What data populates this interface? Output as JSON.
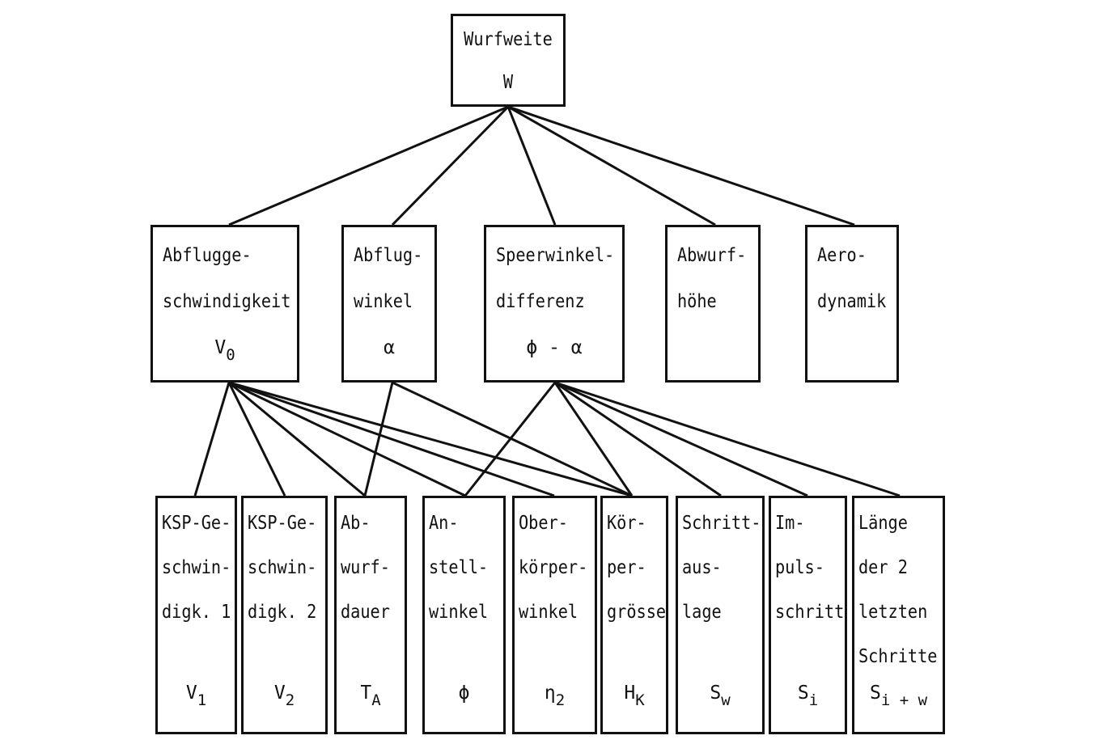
{
  "root": {
    "lines": [
      "Wurfweite",
      "W"
    ]
  },
  "level1": [
    {
      "lines": [
        "Abflugge-",
        "schwindigkeit"
      ],
      "sym": "V",
      "sub": "0"
    },
    {
      "lines": [
        "Abflug-",
        "winkel"
      ],
      "sym": "α",
      "sub": ""
    },
    {
      "lines": [
        "Speerwinkel-",
        "differenz"
      ],
      "sym": "ϕ - α",
      "sub": ""
    },
    {
      "lines": [
        "Abwurf-",
        "höhe"
      ],
      "sym": "",
      "sub": ""
    },
    {
      "lines": [
        "Aero-",
        "dynamik"
      ],
      "sym": "",
      "sub": ""
    }
  ],
  "level2": [
    {
      "lines": [
        "KSP-Ge-",
        "schwin-",
        "digk. 1"
      ],
      "sym": "V",
      "sub": "1"
    },
    {
      "lines": [
        "KSP-Ge-",
        "schwin-",
        "digk. 2"
      ],
      "sym": "V",
      "sub": "2"
    },
    {
      "lines": [
        "Ab-",
        "wurf-",
        "dauer"
      ],
      "sym": "T",
      "sub": "A"
    },
    {
      "lines": [
        "An-",
        "stell-",
        "winkel"
      ],
      "sym": "ϕ",
      "sub": ""
    },
    {
      "lines": [
        "Ober-",
        "körper-",
        "winkel"
      ],
      "sym": "η",
      "sub": "2"
    },
    {
      "lines": [
        "Kör-",
        "per-",
        "grösse"
      ],
      "sym": "H",
      "sub": "K"
    },
    {
      "lines": [
        "Schritt-",
        "aus-",
        "lage"
      ],
      "sym": "S",
      "sub": "w"
    },
    {
      "lines": [
        "Im-",
        "puls-",
        "schritt"
      ],
      "sym": "S",
      "sub": "i"
    },
    {
      "lines": [
        "Länge",
        "der 2",
        "letzten",
        "Schritte"
      ],
      "sym": "S",
      "sub": "i + w"
    }
  ],
  "edges": {
    "root_to_level1": [
      0,
      1,
      2,
      3,
      4
    ],
    "level1_to_level2": [
      [
        0,
        0
      ],
      [
        0,
        1
      ],
      [
        0,
        2
      ],
      [
        0,
        3
      ],
      [
        0,
        4
      ],
      [
        0,
        5
      ],
      [
        1,
        2
      ],
      [
        1,
        5
      ],
      [
        2,
        3
      ],
      [
        2,
        5
      ],
      [
        2,
        6
      ],
      [
        2,
        7
      ],
      [
        2,
        8
      ]
    ]
  }
}
